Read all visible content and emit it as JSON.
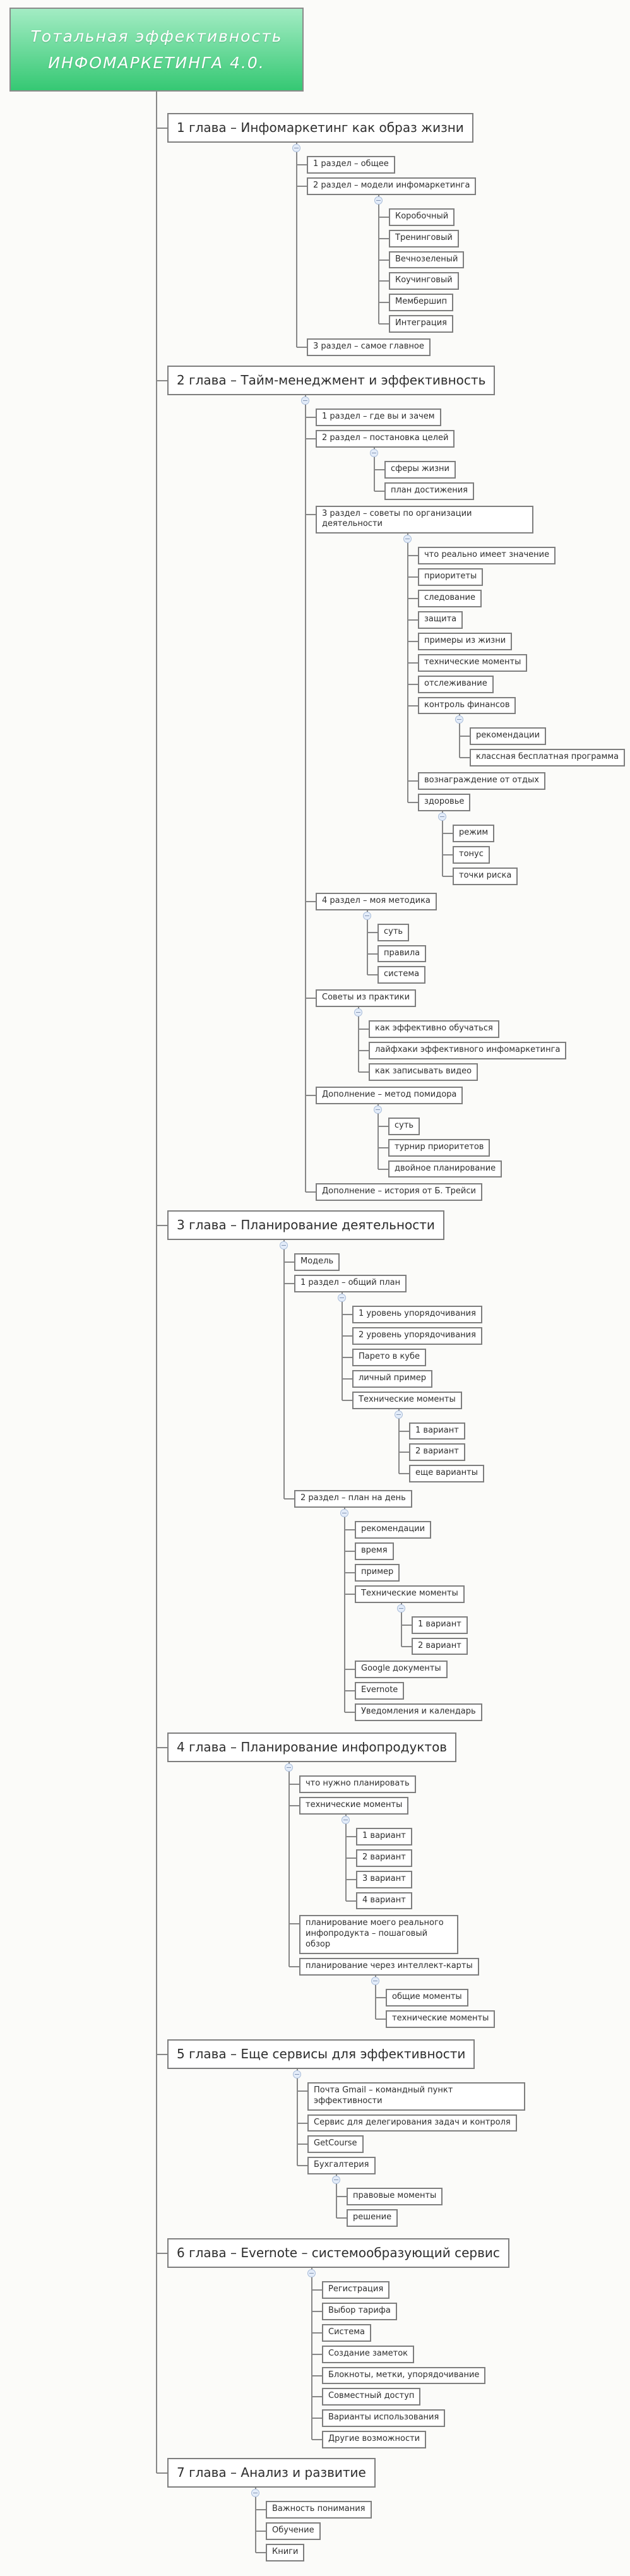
{
  "colors": {
    "background": "#fbfbf9",
    "root_gradient_top": "#a3ecc4",
    "root_gradient_bottom": "#35c873",
    "node_border": "#7e7e7e",
    "connector_line": "#878787",
    "collapse_fill": "#e3ecf9",
    "collapse_border": "#a8bcd9"
  },
  "root": {
    "line1": "Тотальная эффективность",
    "line2": "ИНФОМАРКЕТИНГА 4.0."
  },
  "tree": [
    {
      "label": "1 глава – Инфомаркетинг как образ жизни",
      "children": [
        {
          "label": "1 раздел – общее"
        },
        {
          "label": "2 раздел – модели инфомаркетинга",
          "children": [
            {
              "label": "Коробочный"
            },
            {
              "label": "Тренинговый"
            },
            {
              "label": "Вечнозеленый"
            },
            {
              "label": "Коучинговый"
            },
            {
              "label": "Мембершип"
            },
            {
              "label": "Интеграция"
            }
          ]
        },
        {
          "label": "3 раздел – самое главное"
        }
      ]
    },
    {
      "label": "2 глава – Тайм-менеджмент и эффективность",
      "children": [
        {
          "label": "1 раздел – где вы и зачем"
        },
        {
          "label": "2 раздел – постановка целей",
          "children": [
            {
              "label": "сферы жизни"
            },
            {
              "label": "план достижения"
            }
          ]
        },
        {
          "label": "3 раздел – советы по организации деятельности",
          "children": [
            {
              "label": "что реально имеет значение"
            },
            {
              "label": "приоритеты"
            },
            {
              "label": "следование"
            },
            {
              "label": "защита"
            },
            {
              "label": "примеры из жизни"
            },
            {
              "label": "технические моменты"
            },
            {
              "label": "отслеживание"
            },
            {
              "label": "контроль финансов",
              "children": [
                {
                  "label": "рекомендации"
                },
                {
                  "label": "классная бесплатная программа"
                }
              ]
            },
            {
              "label": "вознаграждение от отдых"
            },
            {
              "label": "здоровье",
              "children": [
                {
                  "label": "режим"
                },
                {
                  "label": "тонус"
                },
                {
                  "label": "точки риска"
                }
              ]
            }
          ]
        },
        {
          "label": "4 раздел – моя методика",
          "children": [
            {
              "label": "суть"
            },
            {
              "label": "правила"
            },
            {
              "label": "система"
            }
          ]
        },
        {
          "label": "Советы из практики",
          "children": [
            {
              "label": "как эффективно обучаться"
            },
            {
              "label": "лайфхаки эффективного инфомаркетинга"
            },
            {
              "label": "как записывать видео"
            }
          ]
        },
        {
          "label": "Дополнение – метод помидора",
          "children": [
            {
              "label": "суть"
            },
            {
              "label": "турнир приоритетов"
            },
            {
              "label": "двойное планирование"
            }
          ]
        },
        {
          "label": "Дополнение – история от Б. Трейси"
        }
      ]
    },
    {
      "label": "3 глава – Планирование деятельности",
      "children": [
        {
          "label": "Модель"
        },
        {
          "label": "1 раздел – общий план",
          "children": [
            {
              "label": "1 уровень упорядочивания"
            },
            {
              "label": "2 уровень упорядочивания"
            },
            {
              "label": "Парето в кубе"
            },
            {
              "label": "личный пример"
            },
            {
              "label": "Технические моменты",
              "children": [
                {
                  "label": "1 вариант"
                },
                {
                  "label": "2 вариант"
                },
                {
                  "label": "еще варианты"
                }
              ]
            }
          ]
        },
        {
          "label": "2 раздел – план на день",
          "children": [
            {
              "label": "рекомендации"
            },
            {
              "label": "время"
            },
            {
              "label": "пример"
            },
            {
              "label": "Технические моменты",
              "children": [
                {
                  "label": "1 вариант"
                },
                {
                  "label": "2 вариант"
                }
              ]
            },
            {
              "label": "Google документы"
            },
            {
              "label": "Evernote"
            },
            {
              "label": "Уведомления и календарь"
            }
          ]
        }
      ]
    },
    {
      "label": "4 глава – Планирование инфопродуктов",
      "children": [
        {
          "label": "что нужно планировать"
        },
        {
          "label": "технические моменты",
          "children": [
            {
              "label": "1 вариант"
            },
            {
              "label": "2 вариант"
            },
            {
              "label": "3 вариант"
            },
            {
              "label": "4 вариант"
            }
          ]
        },
        {
          "label": "планирование моего реального инфопродукта – пошаговый обзор",
          "maxw": 252
        },
        {
          "label": "планирование через интеллект-карты",
          "children": [
            {
              "label": "общие моменты"
            },
            {
              "label": "технические моменты"
            }
          ]
        }
      ]
    },
    {
      "label": "5 глава – Еще сервисы для эффективности",
      "children": [
        {
          "label": "Почта Gmail – командный пункт эффективности"
        },
        {
          "label": "Сервис для делегирования задач и контроля"
        },
        {
          "label": "GetCourse"
        },
        {
          "label": "Бухгалтерия",
          "children": [
            {
              "label": "правовые моменты"
            },
            {
              "label": "решение"
            }
          ]
        }
      ]
    },
    {
      "label": "6 глава – Evernote – системообразующий сервис",
      "children": [
        {
          "label": "Регистрация"
        },
        {
          "label": "Выбор тарифа"
        },
        {
          "label": "Система"
        },
        {
          "label": "Создание заметок"
        },
        {
          "label": "Блокноты, метки, упорядочивание"
        },
        {
          "label": "Совместный доступ"
        },
        {
          "label": "Варианты использования"
        },
        {
          "label": "Другие возможности"
        }
      ]
    },
    {
      "label": "7 глава – Анализ и развитие",
      "children": [
        {
          "label": "Важность понимания"
        },
        {
          "label": "Обучение"
        },
        {
          "label": "Книги"
        }
      ]
    }
  ]
}
